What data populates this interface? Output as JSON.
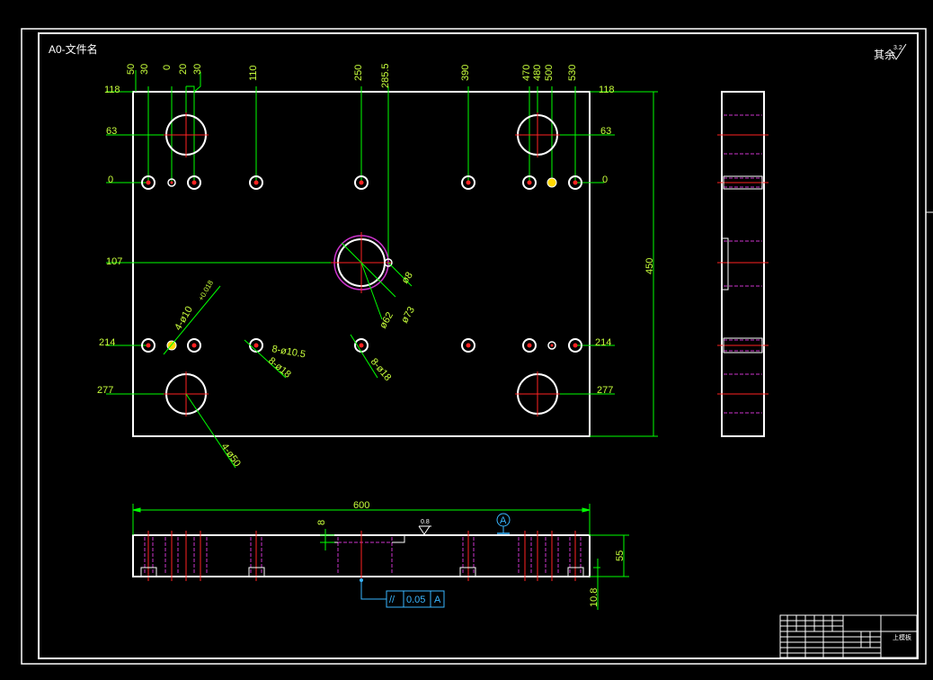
{
  "sheet": {
    "name": "A0-文件名",
    "roughness_note": "其余",
    "roughness_value": "3.2"
  },
  "colors": {
    "background": "#000000",
    "outline": "#ffffff",
    "dimension": "#00ff00",
    "dim_text": "#c8ff3c",
    "hidden": "#cc33cc",
    "center": "#ff2222",
    "tolerance": "#39b6ff",
    "hole_fill": "#ffd800"
  },
  "dimensions": {
    "top": [
      "50",
      "30",
      "0",
      "20",
      "30",
      "110",
      "250",
      "285.5",
      "390",
      "470",
      "480",
      "500",
      "530"
    ],
    "left": [
      "118",
      "63",
      "0",
      "107",
      "214",
      "277"
    ],
    "right": [
      "118",
      "63",
      "0",
      "214",
      "277"
    ],
    "height": "450",
    "width": "600",
    "thickness": "55",
    "step": "8",
    "counterbore": "10.8"
  },
  "callouts": {
    "dia8": "ø8",
    "dia73": "ø73",
    "dia62": "ø62",
    "dowel": "4-ø10",
    "dowel_tol": "+0.018",
    "bolt_clear": "8-ø10.5",
    "bolt_cbore": "8-ø18",
    "cbore": "8-ø18",
    "pillar": "4-ø50"
  },
  "surface_finish": "0.8",
  "datum": "A",
  "tolerance": {
    "symbol": "//",
    "value": "0.05",
    "datum": "A"
  },
  "title_block": {
    "drawing_name": "上模板"
  }
}
